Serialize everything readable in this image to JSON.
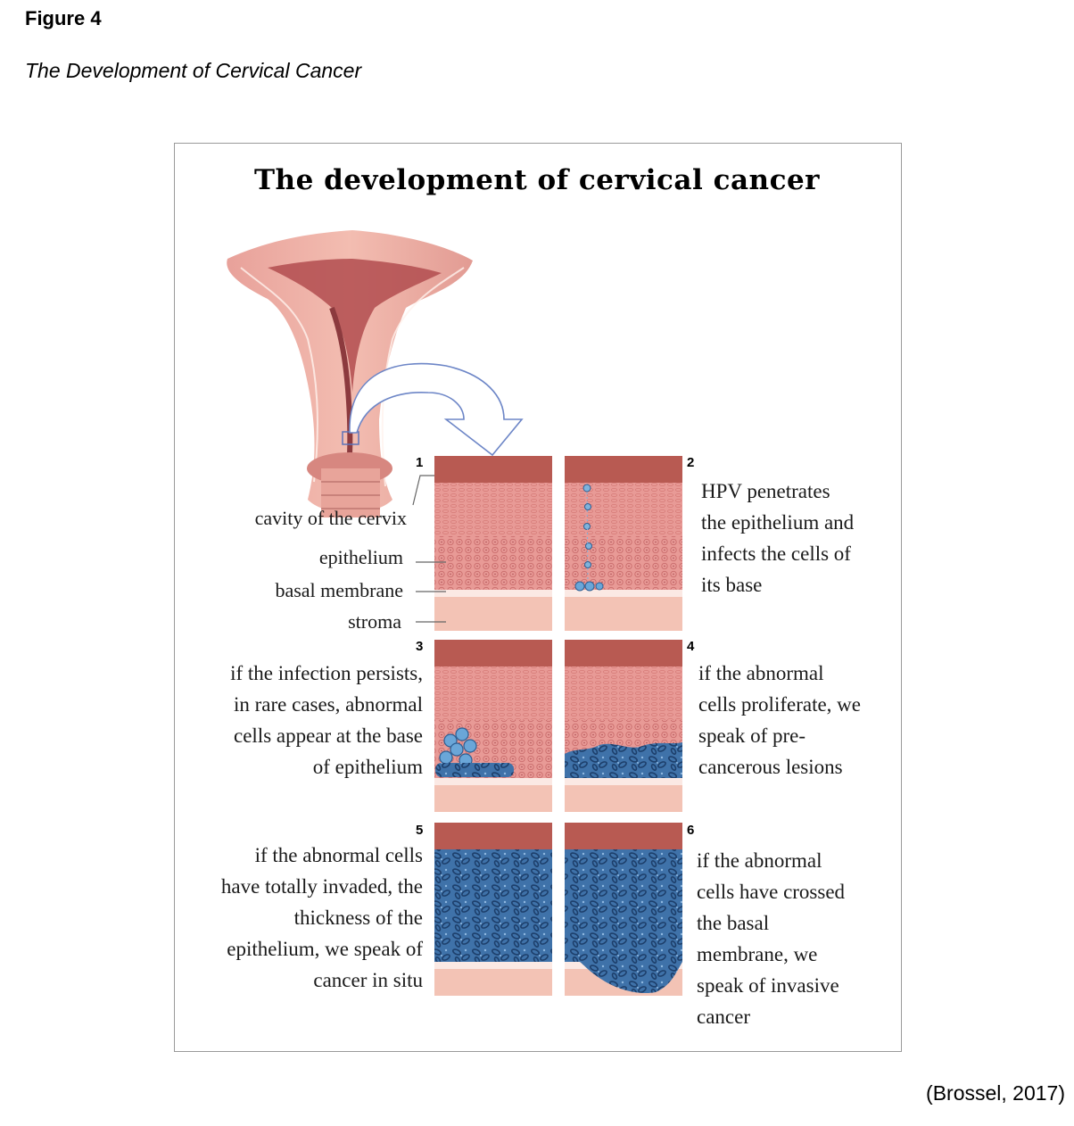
{
  "figure_label": "Figure 4",
  "figure_caption": "The Development of Cervical Cancer",
  "diagram_title": "The development of cervical cancer",
  "source": "(Brossel, 2017)",
  "layer_labels": {
    "cavity": "cavity of the cervix",
    "epithelium": "epithelium",
    "basal": "basal membrane",
    "stroma": "stroma"
  },
  "steps": [
    {
      "number": "1",
      "lines": []
    },
    {
      "number": "2",
      "lines": [
        "HPV penetrates",
        "the epithelium and",
        "infects the cells of",
        "its base"
      ]
    },
    {
      "number": "3",
      "lines": [
        "if the infection persists,",
        "in rare cases, abnormal",
        "cells appear at the base",
        "of epithelium"
      ]
    },
    {
      "number": "4",
      "lines": [
        "if the abnormal",
        "cells proliferate, we",
        "speak of pre-",
        "cancerous lesions"
      ]
    },
    {
      "number": "5",
      "lines": [
        "if the abnormal cells",
        "have totally invaded, the",
        "thickness of the",
        "epithelium, we speak of",
        "cancer in situ"
      ]
    },
    {
      "number": "6",
      "lines": [
        "if the abnormal",
        "cells have crossed",
        "the basal",
        "membrane, we",
        "speak of invasive",
        "cancer"
      ]
    }
  ],
  "colors": {
    "top_band": "#b85a52",
    "epithelium": "#e89a96",
    "basal": "#fbe9e4",
    "stroma": "#f3c3b5",
    "abnormal_cells": "#3b6fa8",
    "hpv": "#7fb3dc",
    "arrow": "#6d86c7"
  }
}
